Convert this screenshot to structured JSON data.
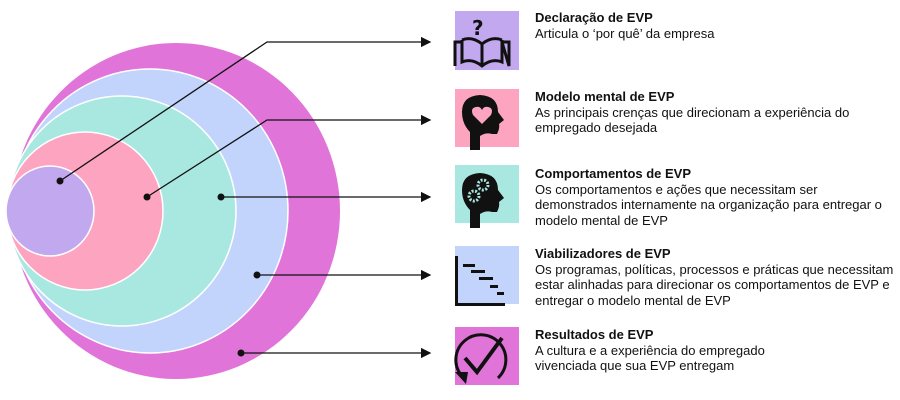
{
  "layers": [
    {
      "title": "Declaração de EVP",
      "desc": "Articula o ‘por quê’ da empresa",
      "color": "#c2a8ee",
      "icon": "book-question-icon"
    },
    {
      "title": "Modelo mental de EVP",
      "desc": "As principais crenças que direcionam a experiência do empregado desejada",
      "color": "#fca4c0",
      "icon": "head-heart-icon"
    },
    {
      "title": "Comportamentos de EVP",
      "desc": "Os comportamentos e ações que necessitam ser demonstrados internamente na organização para entregar o modelo mental de EVP",
      "color": "#a8e8e0",
      "icon": "head-gears-icon"
    },
    {
      "title": "Viabilizadores de EVP",
      "desc": "Os programas, políticas, processos e práticas que necessitam estar alinhadas para direcionar os comportamentos de EVP e entregar o modelo mental de EVP",
      "color": "#c2d4fc",
      "icon": "gantt-chart-icon"
    },
    {
      "title": "Resultados de EVP",
      "desc": "A cultura e a experiência do empregado vivenciada que sua EVP entregam",
      "color": "#e074d8",
      "icon": "check-cycle-icon"
    }
  ]
}
